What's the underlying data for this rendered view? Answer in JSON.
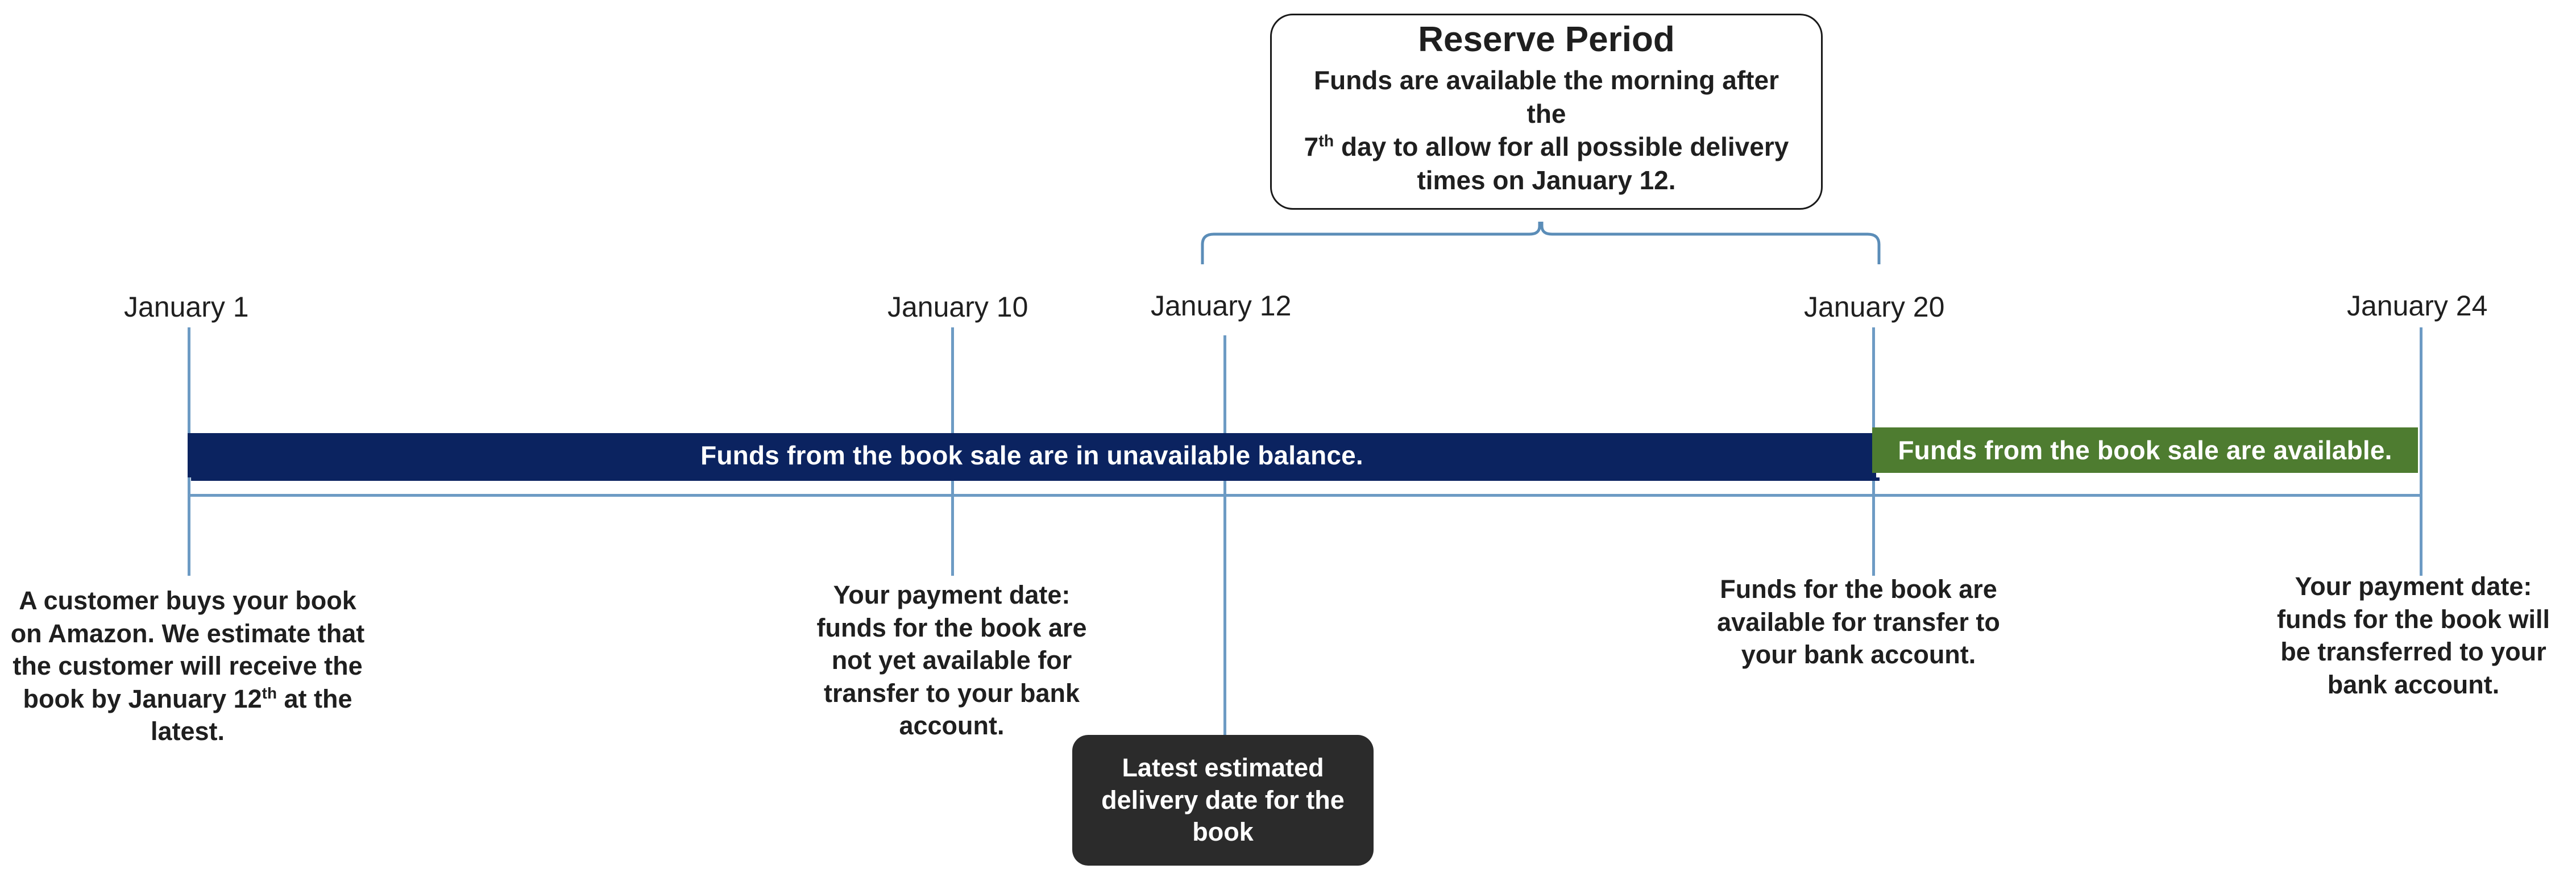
{
  "diagram": {
    "title": "Amazon book sale funds availability timeline",
    "colors": {
      "unavailable_bar": "#0b2360",
      "available_bar": "#4e7c30",
      "guide_line": "#6d9bc4",
      "dark_callout": "#2b2b2b",
      "text": "#1f1f1f",
      "bar_text": "#ffffff"
    }
  },
  "callout": {
    "title": "Reserve Period",
    "line1": "Funds are available the morning after the",
    "line2_pre": "7",
    "line2_sup": "th",
    "line2_post": " day to allow for all possible delivery",
    "line3": "times on January 12."
  },
  "timeline": {
    "dates": [
      {
        "label": "January 1"
      },
      {
        "label": "January 10"
      },
      {
        "label": "January 12"
      },
      {
        "label": "January 20"
      },
      {
        "label": "January 24"
      }
    ],
    "segments": [
      {
        "label": "Funds from the book sale are in unavailable balance.",
        "state": "unavailable",
        "from": "January 1",
        "to": "January 20"
      },
      {
        "label": "Funds from the book sale are available.",
        "state": "available",
        "from": "January 20",
        "to": "January 24"
      }
    ]
  },
  "notes": [
    {
      "anchor": "January 1",
      "pre": "A customer buys your book on Amazon. We estimate that the customer will receive the book by January 12",
      "sup": "th",
      "post": " at the latest."
    },
    {
      "anchor": "January 10",
      "text": "Your payment date: funds for the book are not yet available for transfer to your bank account."
    },
    {
      "anchor": "January 20",
      "text": "Funds for the book are available for transfer to your bank account."
    },
    {
      "anchor": "January 24",
      "text": "Your payment date: funds for the book will be transferred to your bank account."
    }
  ],
  "dark_callout": {
    "text": "Latest estimated delivery date for the book",
    "anchor": "January 12"
  }
}
